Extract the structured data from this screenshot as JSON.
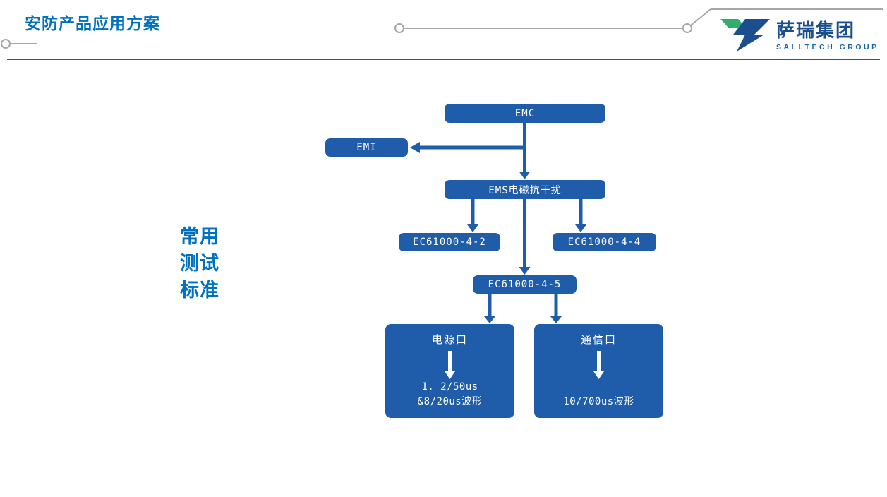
{
  "header": {
    "title": "安防产品应用方案",
    "logo": {
      "name": "萨瑞集团",
      "subtitle": "SALLTECH GROUP"
    }
  },
  "side_label": {
    "lines": [
      "常用",
      "测试",
      "标准"
    ]
  },
  "flowchart": {
    "emc": {
      "label": "EMC"
    },
    "emi": {
      "label": "EMI"
    },
    "ems": {
      "label": "EMS电磁抗干扰"
    },
    "ec61000_4_2": {
      "label": "EC61000-4-2"
    },
    "ec61000_4_4": {
      "label": "EC61000-4-4"
    },
    "ec61000_4_5": {
      "label": "EC61000-4-5"
    },
    "power_port": {
      "title": "电源口",
      "lines": [
        "1. 2/50us",
        "&8/20us波形"
      ]
    },
    "comm_port": {
      "title": "通信口",
      "lines": [
        "10/700us波形"
      ]
    }
  },
  "colors": {
    "node_blue": "#1f5ca9",
    "title_blue": "#0070c0",
    "logo_navy": "#1a4e8f",
    "logo_green": "#2fae6e",
    "decor_gray": "#a6a6a6"
  }
}
